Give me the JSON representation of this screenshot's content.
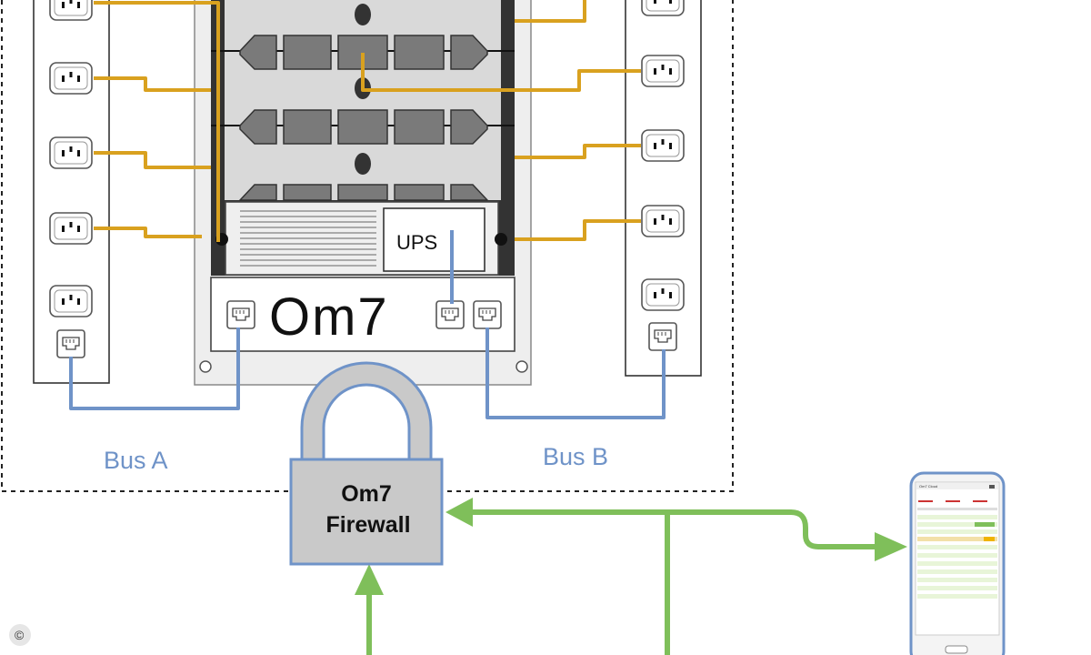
{
  "diagram": {
    "bus_a_label": "Bus A",
    "bus_b_label": "Bus B",
    "ups_label": "UPS",
    "logo_text": "Om7",
    "firewall_line1": "Om7",
    "firewall_line2": "Firewall",
    "copyright_symbol": "©"
  },
  "phone_screen": {
    "header_title": "Om7 Cloud"
  },
  "colors": {
    "power_cable": "#d9a11f",
    "network_cable": "#6f93c8",
    "cloud_link": "#7fbf5a",
    "lock_fill": "#c9c9c9",
    "lock_stroke": "#6f93c8",
    "rack_dark": "#333333",
    "rack_panel": "#d9d9d9",
    "blade": "#7a7a7a"
  },
  "icons": [
    "power-socket-icon",
    "ethernet-port-icon",
    "padlock-icon",
    "smartphone-icon",
    "copyright-icon"
  ]
}
